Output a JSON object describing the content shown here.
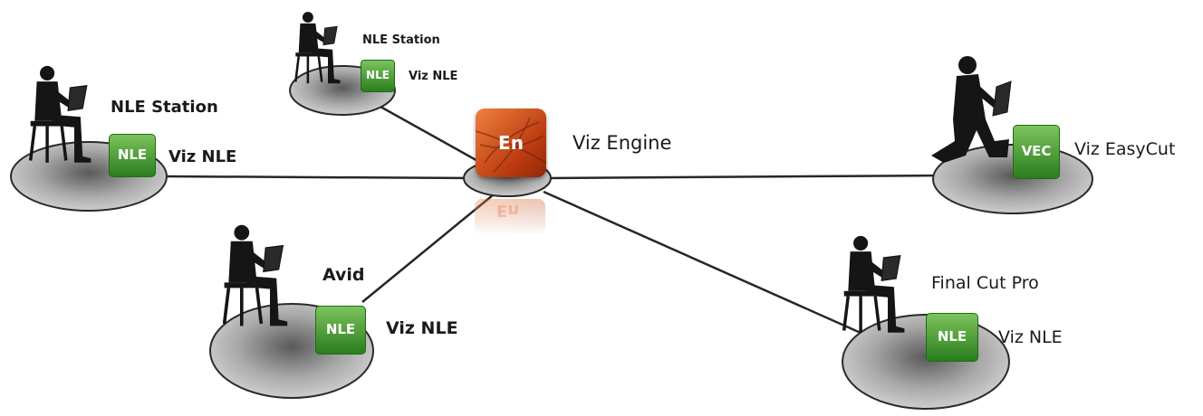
{
  "hub": {
    "title": "Viz Engine",
    "icon_text": "En",
    "icon_reflection": "En"
  },
  "nodes": {
    "top": {
      "station_label": "NLE Station",
      "app_label": "Viz NLE",
      "badge": "NLE"
    },
    "left": {
      "station_label": "NLE Station",
      "app_label": "Viz NLE",
      "badge": "NLE"
    },
    "bottom_left": {
      "station_label": "Avid",
      "app_label": "Viz NLE",
      "badge": "NLE"
    },
    "right": {
      "station_label": "",
      "app_label": "Viz EasyCut",
      "badge": "VEC"
    },
    "bottom_right": {
      "station_label": "Final Cut Pro",
      "app_label": "Viz NLE",
      "badge": "NLE"
    }
  },
  "colors": {
    "nle_green": "#3f9a2e",
    "nle_green_dark": "#1f6a16",
    "engine_orange": "#d9531c",
    "engine_orange_dark": "#8f2a0a",
    "line": "#262626",
    "disc": "#8a8a8a",
    "silhouette": "#151515"
  },
  "icons": {
    "person": "person-with-laptop-icon",
    "badge": "nle-badge-icon",
    "engine": "viz-engine-icon"
  }
}
